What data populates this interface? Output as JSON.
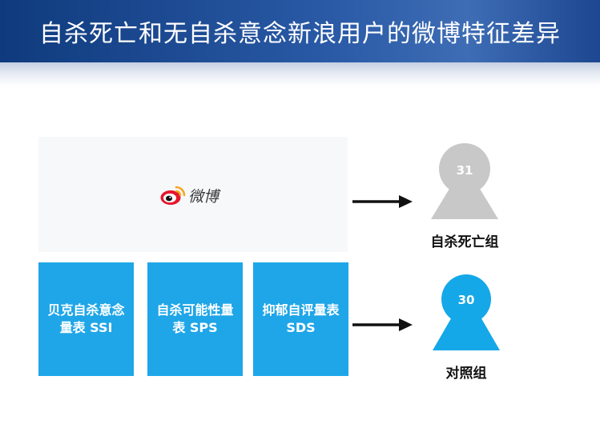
{
  "slide": {
    "title": "自杀死亡和无自杀意念新浪用户的微博特征差异"
  },
  "weibo": {
    "logo_text": "微博",
    "icon": "sina-weibo-logo-icon"
  },
  "scales": [
    {
      "label": "贝克自杀意念\n量表 SSI"
    },
    {
      "label": "自杀可能性量\n表 SPS"
    },
    {
      "label": "抑郁自评量表\nSDS"
    }
  ],
  "groups": {
    "suicide": {
      "count": "31",
      "label": "自杀死亡组",
      "color": "#c8c8c8"
    },
    "control": {
      "count": "30",
      "label": "对照组",
      "color": "#14a8e8"
    }
  },
  "icons": {
    "arrow_top": "right-arrow-icon",
    "arrow_bottom": "right-arrow-icon",
    "person_suicide": "person-icon",
    "person_control": "person-icon"
  },
  "colors": {
    "header_blue": "#1d4790",
    "scale_blue": "#1fa6e8",
    "weibo_red": "#e6162d",
    "weibo_orange": "#f5a623"
  }
}
